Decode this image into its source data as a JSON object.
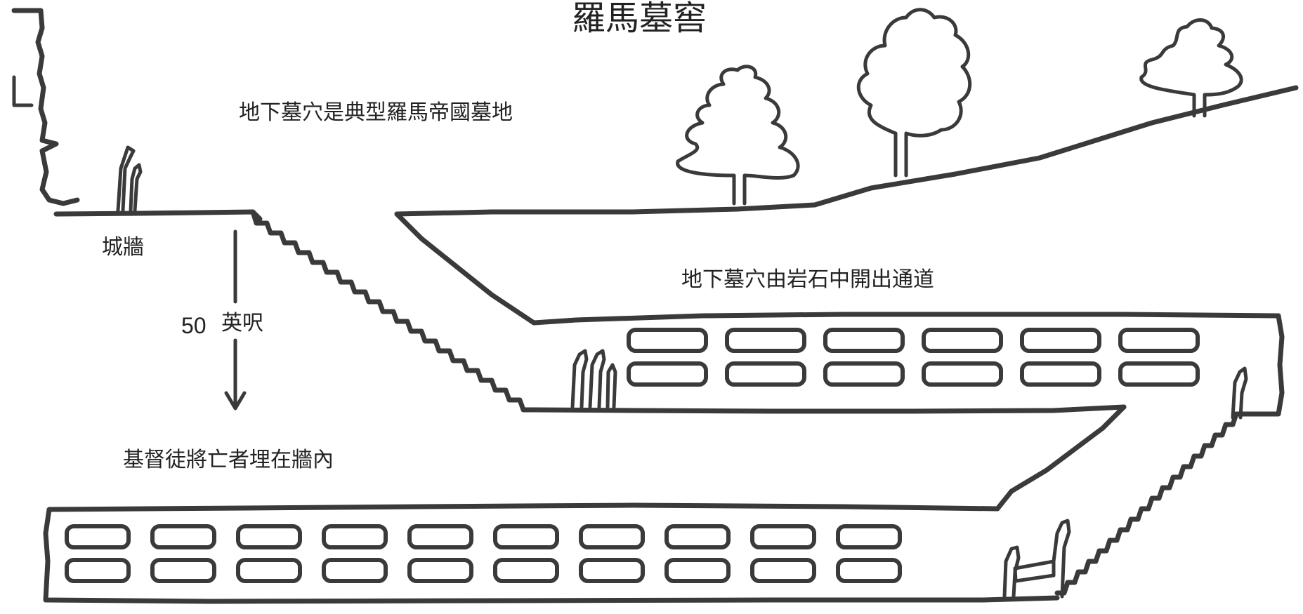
{
  "title": "羅馬墓窖",
  "labels": {
    "typical_cemetery": "地下墓穴是典型羅馬帝國墓地",
    "city_wall": "城牆",
    "depth_number": "50",
    "depth_unit": "英呎",
    "rock_passages": "地下墓穴由岩石中開出通道",
    "christian_burial": "基督徒將亡者埋在牆內"
  },
  "upper_gallery": {
    "loculi_rows": 2,
    "loculi_per_row": 6
  },
  "lower_gallery": {
    "loculi_rows": 2,
    "loculi_per_row": 10
  }
}
